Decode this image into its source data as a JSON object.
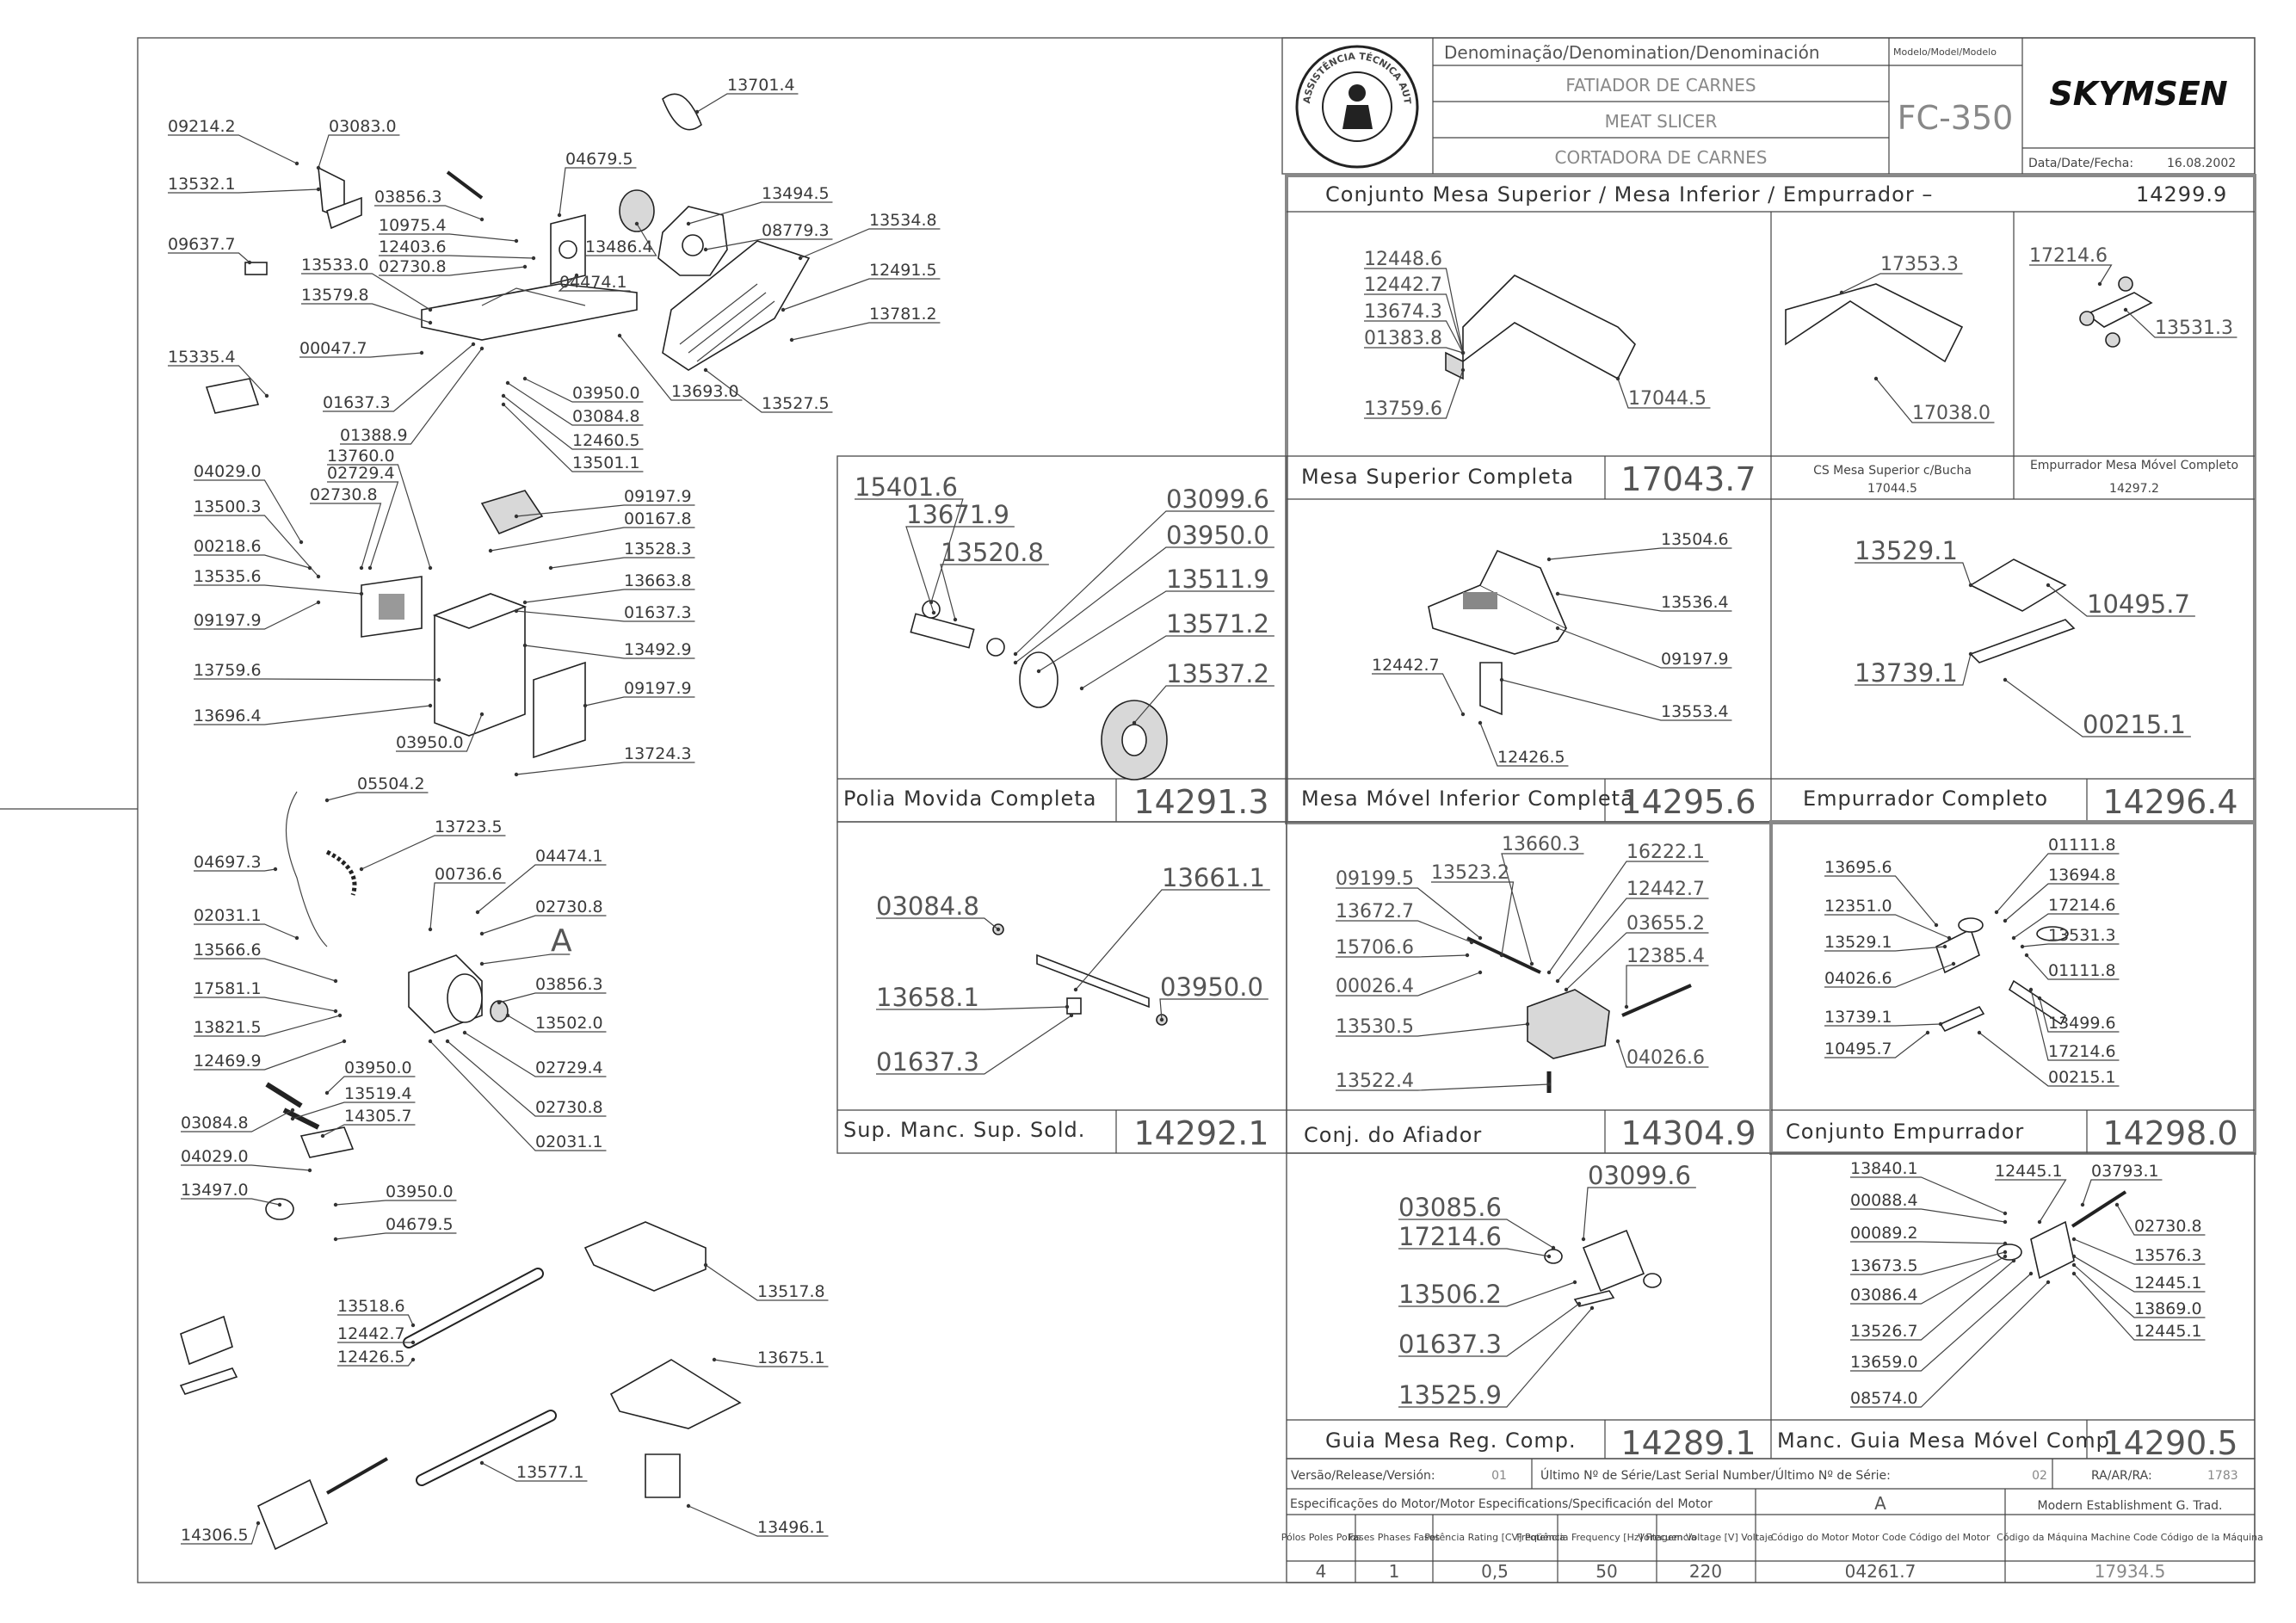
{
  "title_block": {
    "denomination_header": "Denominação/Denomination/Denominación",
    "model_header": "Modelo/Model/Modelo",
    "name_pt": "FATIADOR DE CARNES",
    "name_en": "MEAT SLICER",
    "name_es": "CORTADORA DE CARNES",
    "model": "FC-350",
    "brand": "SKYMSEN",
    "date_label": "Data/Date/Fecha:",
    "date": "16.08.2002",
    "seal_text": "ASSISTÊNCIA TÉCNICA AUTORIZADA"
  },
  "main_heading": {
    "text": "Conjunto Mesa Superior / Mesa Inferior / Empurrador  –",
    "code": "14299.9"
  },
  "assemblies": [
    {
      "caption": "Mesa Superior Completa",
      "code": "17043.7"
    },
    {
      "caption": "CS Mesa Superior c/Bucha",
      "code": "17044.5"
    },
    {
      "caption": "Empurrador Mesa Móvel Completo",
      "code": "14297.2"
    },
    {
      "caption": "Mesa Móvel Inferior Completa",
      "code": "14295.6"
    },
    {
      "caption": "Empurrador Completo",
      "code": "14296.4"
    },
    {
      "caption": "Polia Movida Completa",
      "code": "14291.3"
    },
    {
      "caption": "Sup. Manc. Sup. Sold.",
      "code": "14292.1"
    },
    {
      "caption": "Conj. do Afiador",
      "code": "14304.9"
    },
    {
      "caption": "Conjunto Empurrador",
      "code": "14298.0"
    },
    {
      "caption": "Guia Mesa Reg. Comp.",
      "code": "14289.1"
    },
    {
      "caption": "Manc. Guia Mesa Móvel Comp.",
      "code": "14290.5"
    }
  ],
  "labels": {
    "mesa_superior": [
      "12448.6",
      "12442.7",
      "13674.3",
      "01383.8",
      "13759.6",
      "17044.5"
    ],
    "cs_mesa": [
      "17353.3",
      "17038.0"
    ],
    "empurrador_mesa": [
      "17214.6",
      "13531.3"
    ],
    "mesa_inferior": [
      "13504.6",
      "13536.4",
      "09197.9",
      "12442.7",
      "13553.4",
      "12426.5"
    ],
    "empurrador_completo": [
      "13529.1",
      "10495.7",
      "13739.1",
      "00215.1"
    ],
    "polia": [
      "15401.6",
      "13671.9",
      "13520.8",
      "03099.6",
      "03950.0",
      "13511.9",
      "13571.2",
      "13537.2"
    ],
    "sup_manc": [
      "03084.8",
      "13661.1",
      "13658.1",
      "03950.0",
      "01637.3"
    ],
    "afiador": [
      "13660.3",
      "16222.1",
      "09199.5",
      "13523.2",
      "12442.7",
      "13672.7",
      "03655.2",
      "15706.6",
      "12385.4",
      "00026.4",
      "13530.5",
      "04026.6",
      "13522.4"
    ],
    "conj_empurrador": [
      "13695.6",
      "01111.8",
      "13694.8",
      "12351.0",
      "17214.6",
      "13529.1",
      "13531.3",
      "04026.6",
      "01111.8",
      "13739.1",
      "13499.6",
      "17214.6",
      "10495.7",
      "00215.1"
    ],
    "guia_mesa": [
      "03099.6",
      "03085.6",
      "17214.6",
      "13506.2",
      "01637.3",
      "13525.9"
    ],
    "manc_guia": [
      "13840.1",
      "12445.1",
      "03793.1",
      "00088.4",
      "02730.8",
      "00089.2",
      "13576.3",
      "13673.5",
      "12445.1",
      "03086.4",
      "13869.0",
      "13526.7",
      "12445.1",
      "13659.0",
      "08574.0"
    ],
    "left_top": [
      "13701.4",
      "09214.2",
      "03083.0",
      "04679.5",
      "13532.1",
      "03856.3",
      "13494.5",
      "10975.4",
      "08779.3",
      "13534.8",
      "09637.7",
      "12403.6",
      "13486.4",
      "02730.8",
      "13533.0",
      "04474.1",
      "12491.5",
      "13579.8",
      "13781.2",
      "00047.7",
      "15335.4",
      "03950.0",
      "13693.0",
      "13527.5",
      "01637.3",
      "03084.8",
      "01388.9",
      "12460.5",
      "13501.1"
    ],
    "left_mid": [
      "04029.0",
      "13760.0",
      "02729.4",
      "09197.9",
      "02730.8",
      "00167.8",
      "13500.3",
      "00218.6",
      "13528.3",
      "13535.6",
      "13663.8",
      "09197.9",
      "01637.3",
      "13492.9",
      "13759.6",
      "09197.9",
      "13696.4",
      "03950.0",
      "13724.3"
    ],
    "left_motor": [
      "05504.2",
      "13723.5",
      "04697.3",
      "04474.1",
      "00736.6",
      "02730.8",
      "02031.1",
      "A",
      "13566.6",
      "03856.3",
      "17581.1",
      "13502.0",
      "13821.5",
      "02729.4",
      "12469.9",
      "02730.8",
      "02031.1"
    ],
    "left_low": [
      "03950.0",
      "13519.4",
      "03084.8",
      "14305.7",
      "04029.0",
      "03950.0",
      "13497.0",
      "04679.5",
      "13517.8",
      "13518.6",
      "12442.7",
      "13675.1",
      "12426.5",
      "13577.1",
      "14306.5",
      "13496.1"
    ]
  },
  "release_row": {
    "version_label": "Versão/Release/Versión:",
    "version": "01",
    "serial_label": "Último Nº de Série/Last Serial Number/Último Nº de Série:",
    "serial": "02",
    "ra_label": "RA/AR/RA:",
    "ra": "1783"
  },
  "motor_specs": {
    "header": "Especificações do Motor/Motor Especifications/Specificación del Motor",
    "A": "A",
    "establishment": "Modern Establishment G. Trad.",
    "col_poles": "Pólos Poles Polos",
    "col_phases": "Fases Phases Fases",
    "col_power": "Potência Rating [CV] Potencia",
    "col_freq": "Freqüência Frequency [Hz] Frecuencia",
    "col_volt": "Voltagem Voltage [V] Voltaje",
    "col_motor_code": "Código do Motor Motor Code Código del Motor",
    "col_machine_code": "Código da Máquina Machine Code Código de la Máquina",
    "poles": "4",
    "phases": "1",
    "power": "0,5",
    "frequency": "50",
    "voltage": "220",
    "motor_code": "04261.7",
    "machine_code": "17934.5"
  }
}
